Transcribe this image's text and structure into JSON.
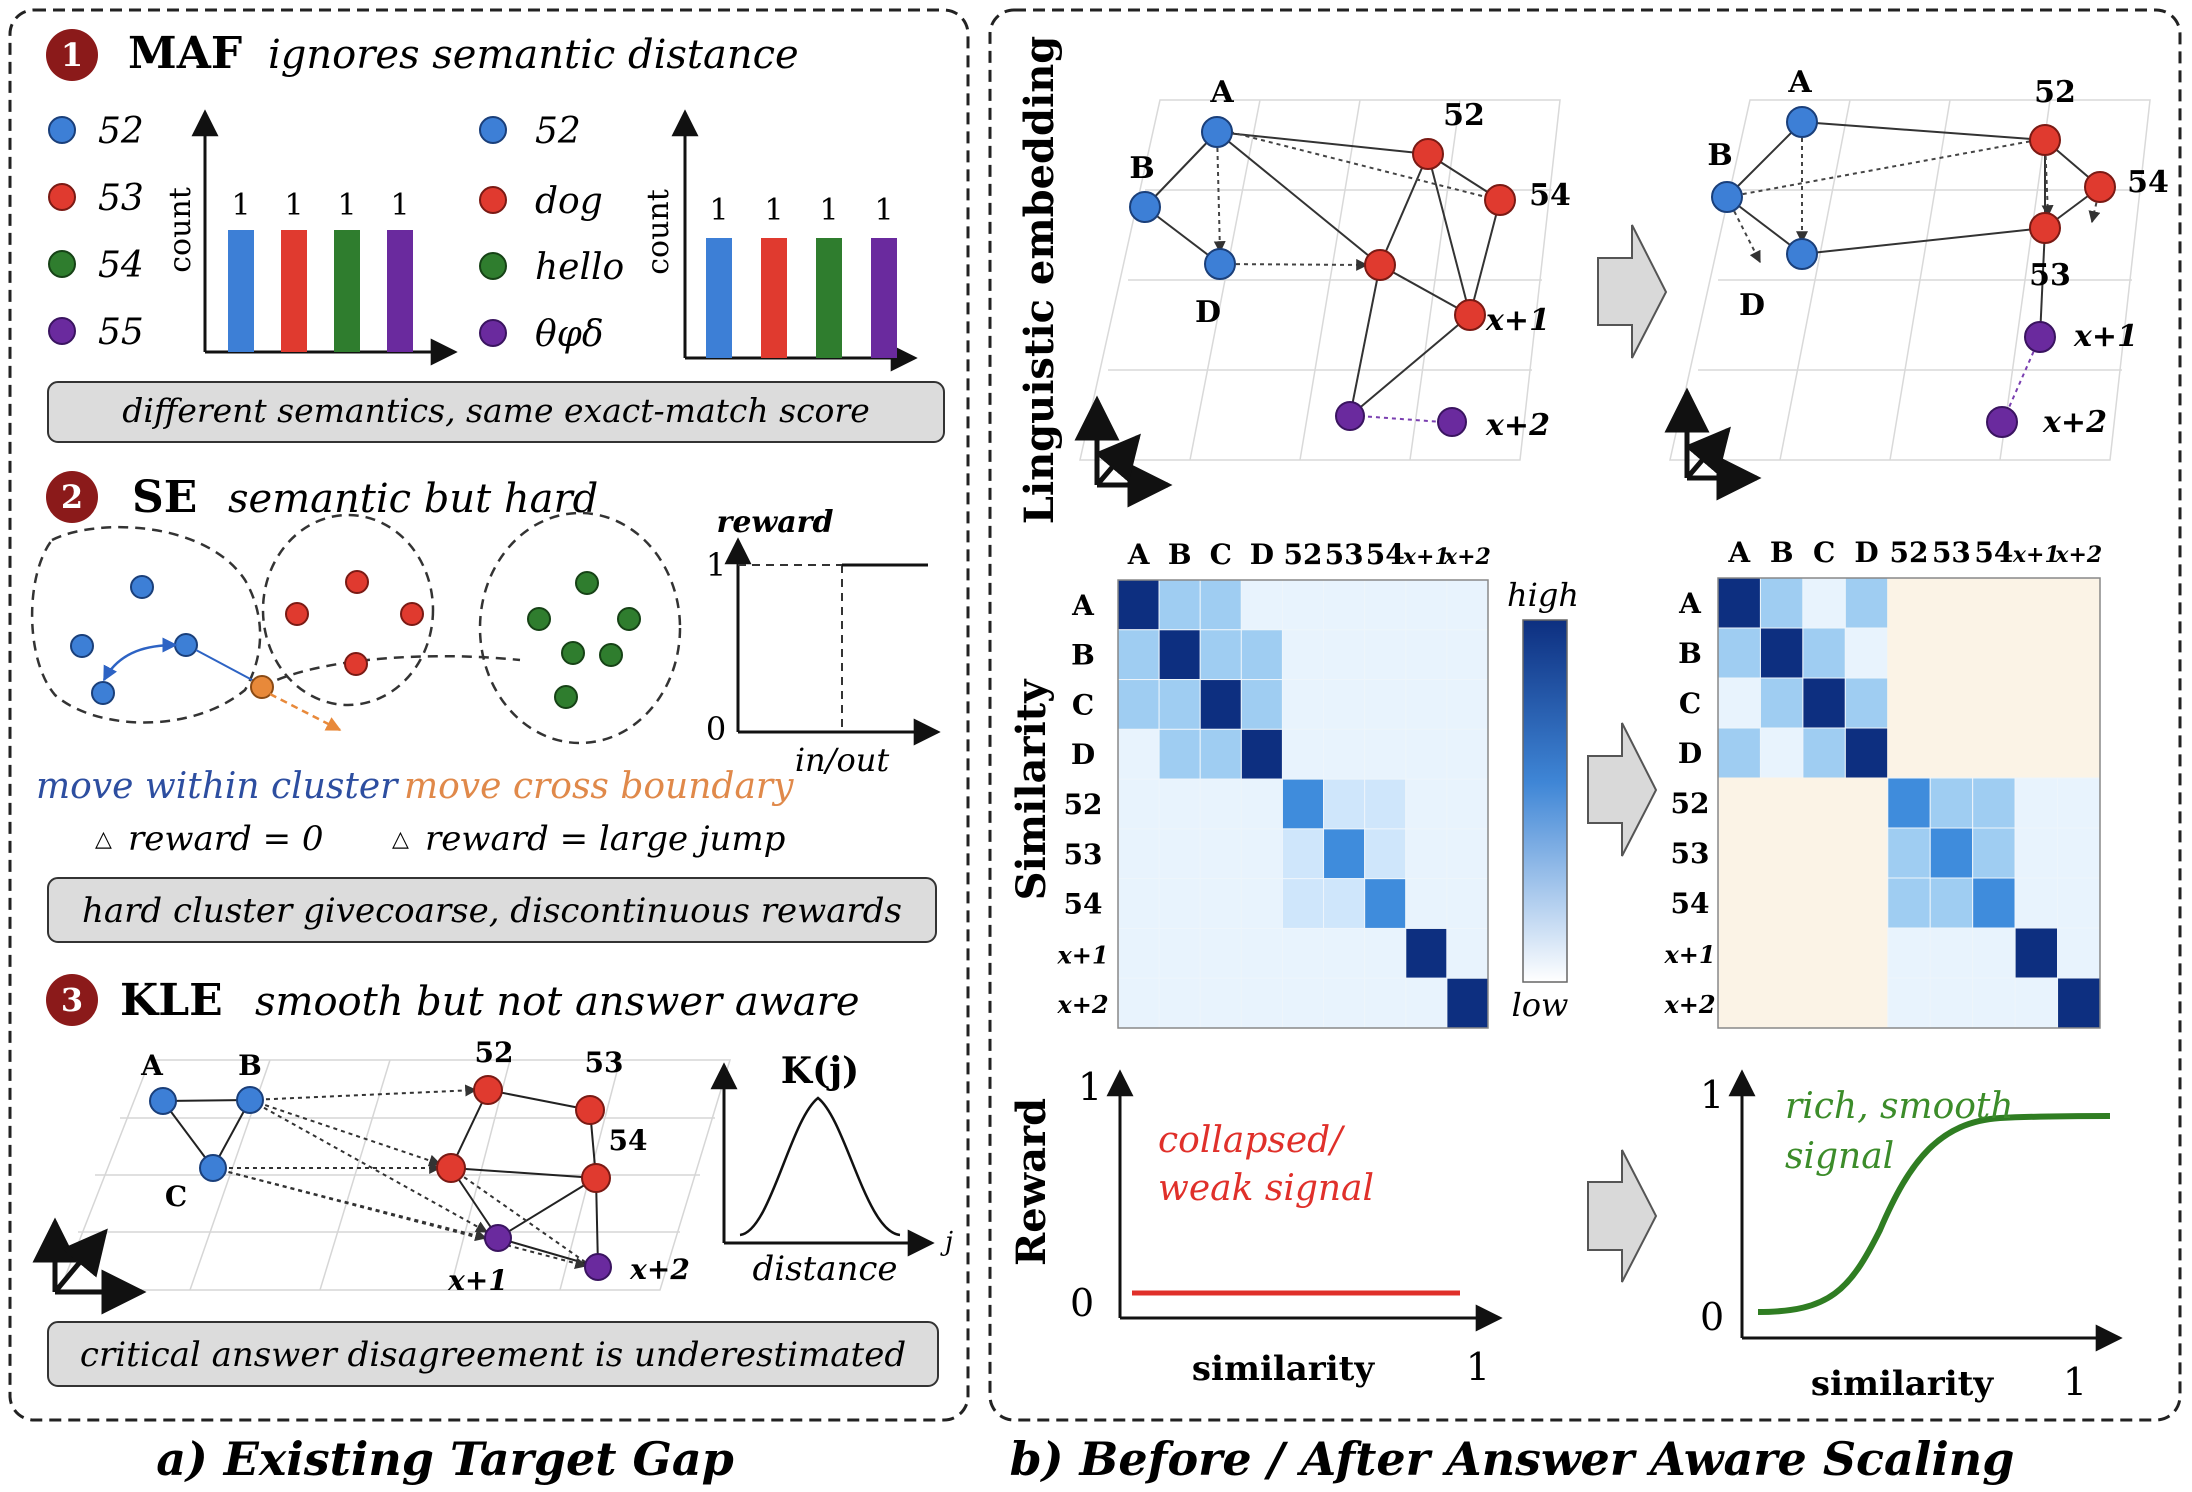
{
  "panel_a": {
    "caption": "a) Existing Target Gap",
    "s1": {
      "num": "1",
      "name": "MAF",
      "desc": "ignores semantic distance",
      "legend_left": [
        "52",
        "53",
        "54",
        "55"
      ],
      "legend_right": [
        "52",
        "dog",
        "hello",
        "θφδ"
      ],
      "ylabel": "count",
      "bar_values": [
        1,
        1,
        1,
        1
      ],
      "note": "different semantics, same exact-match score"
    },
    "s2": {
      "num": "2",
      "name": "SE",
      "desc": "semantic but hard",
      "ylabel": "reward",
      "ytick_top": "1",
      "ytick_bottom": "0",
      "xlabel": "in/out",
      "move_within": "move within cluster",
      "move_cross": "move cross boundary",
      "reward_within": "reward = 0",
      "reward_cross": "reward = large jump",
      "note": "hard cluster givecoarse, discontinuous rewards"
    },
    "s3": {
      "num": "3",
      "name": "KLE",
      "desc": "smooth but not answer aware",
      "nodes": [
        "A",
        "B",
        "C",
        "52",
        "53",
        "54",
        "x+1",
        "x+2"
      ],
      "kernel_label": "K(j)",
      "xlabel": "distance",
      "xvar": "j",
      "note": "critical answer disagreement is underestimated"
    }
  },
  "panel_b": {
    "caption": "b) Before / After Answer Aware Scaling",
    "row1_label": "Linguistic embedding",
    "row2_label": "Similarity",
    "row3_label": "Reward",
    "nodes": [
      "A",
      "B",
      "D",
      "52",
      "54",
      "53",
      "x+1",
      "x+2"
    ],
    "matrix_labels": [
      "A",
      "B",
      "C",
      "D",
      "52",
      "53",
      "54",
      "x+1",
      "x+2"
    ],
    "colorbar_high": "high",
    "colorbar_low": "low",
    "reward_before": "collapsed/\nweak signal",
    "reward_after": "rich, smooth\nsignal",
    "reward_ytick_top": "1",
    "reward_ytick_bottom": "0",
    "reward_xlabel": "similarity",
    "reward_xtick": "1"
  },
  "colors": {
    "blue": "#3d7fd6",
    "red": "#e03a2f",
    "green": "#2f7d2e",
    "purple": "#6a2a9e",
    "orange": "#e8893a",
    "badge": "#8b1a1a",
    "note_bg": "#dcdcdc",
    "heat_dark": "#0d2f80",
    "peach": "#fbf3e6"
  }
}
